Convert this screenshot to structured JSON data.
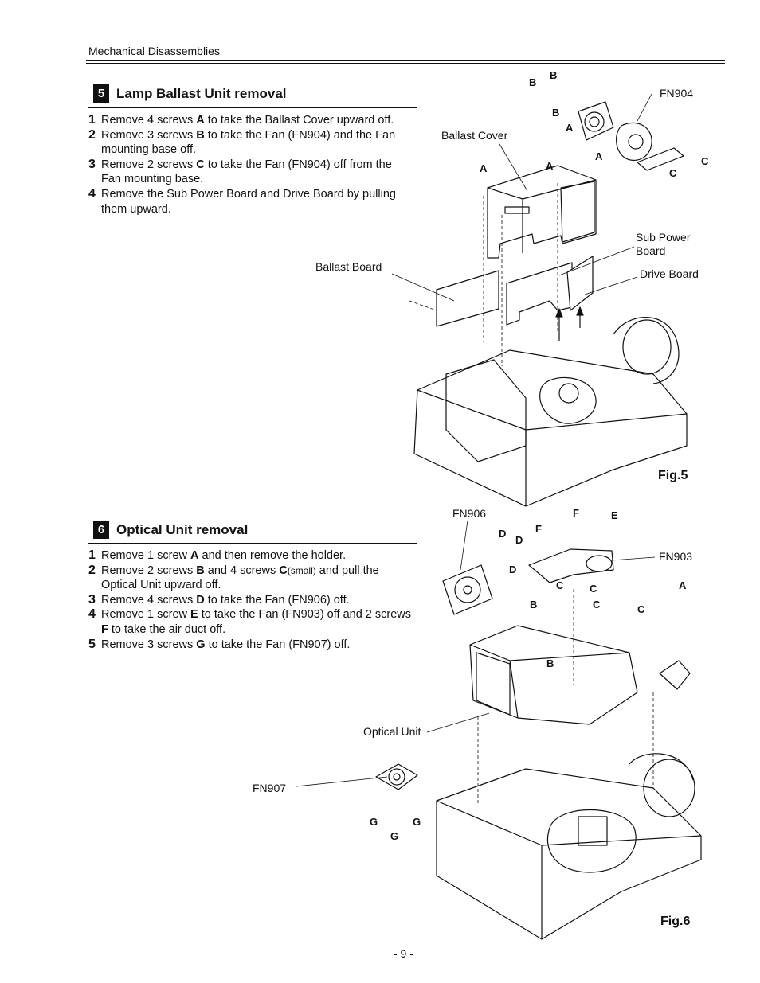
{
  "page": {
    "running_header": "Mechanical Disassemblies",
    "folio": "- 9 -"
  },
  "section5": {
    "number": "5",
    "title": "Lamp Ballast Unit removal",
    "steps": [
      {
        "n": "1",
        "a": "Remove 4 screws ",
        "k": "A",
        "b": " to take the Ballast Cover upward off."
      },
      {
        "n": "2",
        "a": "Remove 3 screws ",
        "k": "B",
        "b": " to take the Fan (FN904) and the Fan mounting base off."
      },
      {
        "n": "3",
        "a": "Remove 2 screws ",
        "k": "C",
        "b": " to take the Fan (FN904)  off from the Fan mounting base."
      },
      {
        "n": "4",
        "a": "Remove the Sub Power Board and Drive Board by pulling them upward."
      }
    ]
  },
  "section6": {
    "number": "6",
    "title": "Optical Unit removal",
    "steps": [
      {
        "n": "1",
        "a": "Remove 1 screw ",
        "k": "A",
        "b": " and then remove the holder."
      },
      {
        "n": "2",
        "a": "Remove 2 screws ",
        "k": "B",
        "b": " and 4 screws ",
        "k2": "C",
        "small": "(small)",
        "c": " and pull the Optical Unit upward off."
      },
      {
        "n": "3",
        "a": "Remove 4 screws ",
        "k": "D",
        "b": " to take the Fan (FN906) off."
      },
      {
        "n": "4",
        "a": "Remove 1 screw ",
        "k": "E",
        "b": " to take the Fan (FN903) off and 2 screws ",
        "k2": "F",
        "c": " to take the air duct off."
      },
      {
        "n": "5",
        "a": "Remove 3 screws ",
        "k": "G",
        "b": " to take the Fan (FN907) off."
      }
    ]
  },
  "fig5": {
    "caption": "Fig.5",
    "labels": {
      "ballast_cover": "Ballast Cover",
      "fn904": "FN904",
      "sub_power_1": "Sub Power",
      "sub_power_2": "Board",
      "drive_board": "Drive Board",
      "ballast_board": "Ballast Board"
    },
    "screw_letters": [
      "B",
      "B",
      "B",
      "A",
      "A",
      "A",
      "A",
      "C",
      "C"
    ]
  },
  "fig6": {
    "caption": "Fig.6",
    "labels": {
      "fn906": "FN906",
      "fn903": "FN903",
      "optical_unit": "Optical Unit",
      "fn907": "FN907"
    },
    "screw_letters": [
      "F",
      "E",
      "D",
      "F",
      "D",
      "D",
      "C",
      "C",
      "B",
      "C",
      "A",
      "C",
      "B",
      "G",
      "G",
      "G"
    ]
  }
}
